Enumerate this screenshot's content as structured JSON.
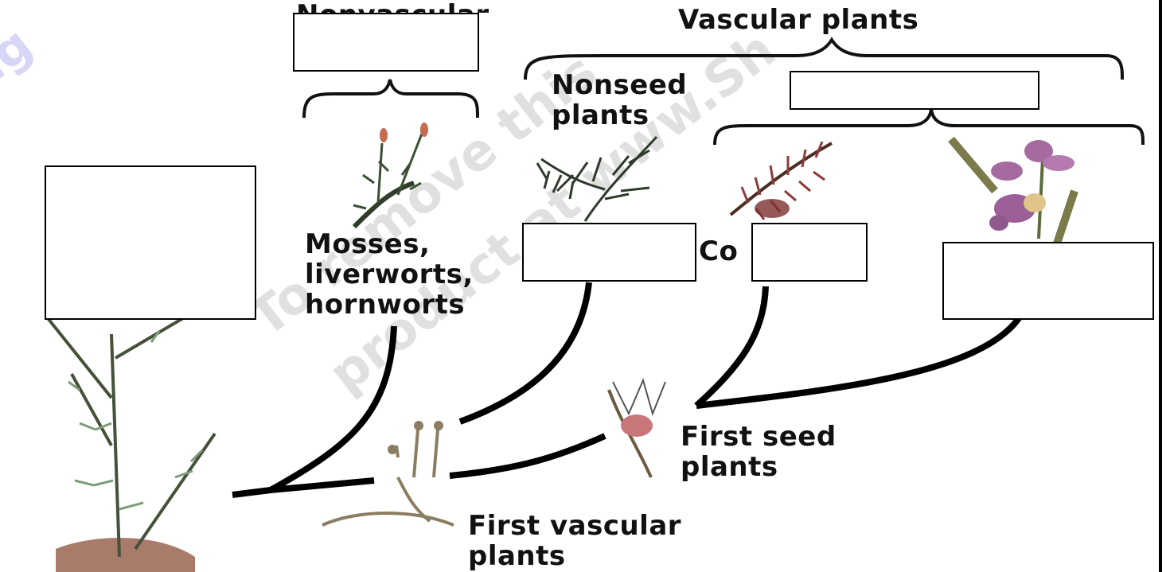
{
  "labels": {
    "nonvascular_partial": "Nonvascular",
    "vascular": "Vascular plants",
    "nonseed": "Nonseed\nplants",
    "mosses": "Mosses,\nliverworts,\nhornworts",
    "conifer_partial": "Co",
    "first_seed": "First seed\nplants",
    "first_vascular": "First vascular\nplants"
  },
  "watermark": {
    "line1": "To remove this",
    "line2": "product at www.Sh"
  }
}
